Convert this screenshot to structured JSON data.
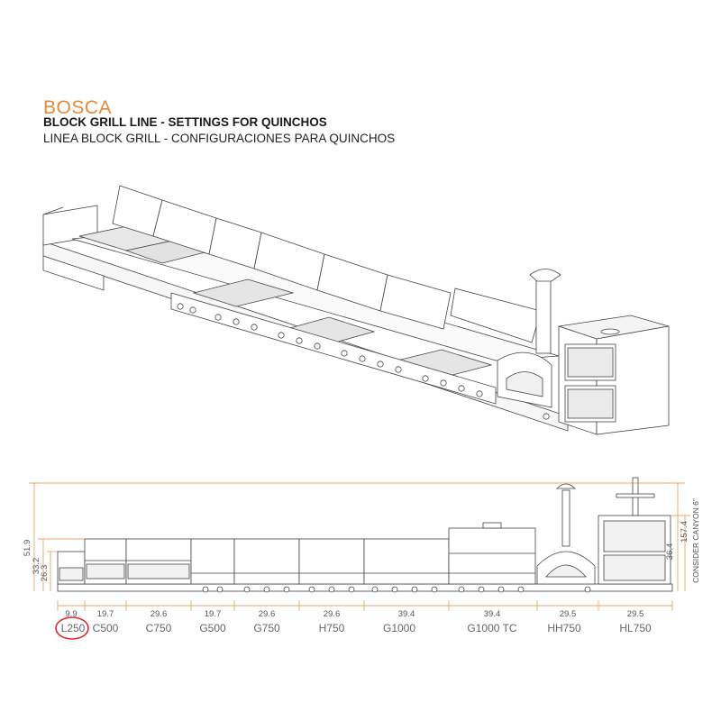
{
  "title": {
    "brand": "BOSCA",
    "line_en": "BLOCK GRILL LINE - SETTINGS FOR QUINCHOS",
    "line_es": "LINEA BLOCK GRILL - CONFIGURACIONES PARA QUINCHOS"
  },
  "colors": {
    "accent": "#e8893c",
    "highlight_circle": "#e0262b",
    "line": "#444444"
  },
  "dimensions": {
    "widths": [
      "9.9",
      "19.7",
      "29.6",
      "19.7",
      "29.6",
      "29.6",
      "39.4",
      "39.4",
      "29.5",
      "29.5"
    ],
    "height_total": "51.9",
    "height_mid": "33.2",
    "height_low": "26.3",
    "height_right_tall": "157.4",
    "height_right_mid": "36.4",
    "note": "CONSIDER CANYON 6\""
  },
  "models": [
    "L250",
    "C500",
    "C750",
    "G500",
    "G750",
    "H750",
    "G1000",
    "G1000 TC",
    "HH750",
    "HL750"
  ],
  "highlighted_model": "L250"
}
